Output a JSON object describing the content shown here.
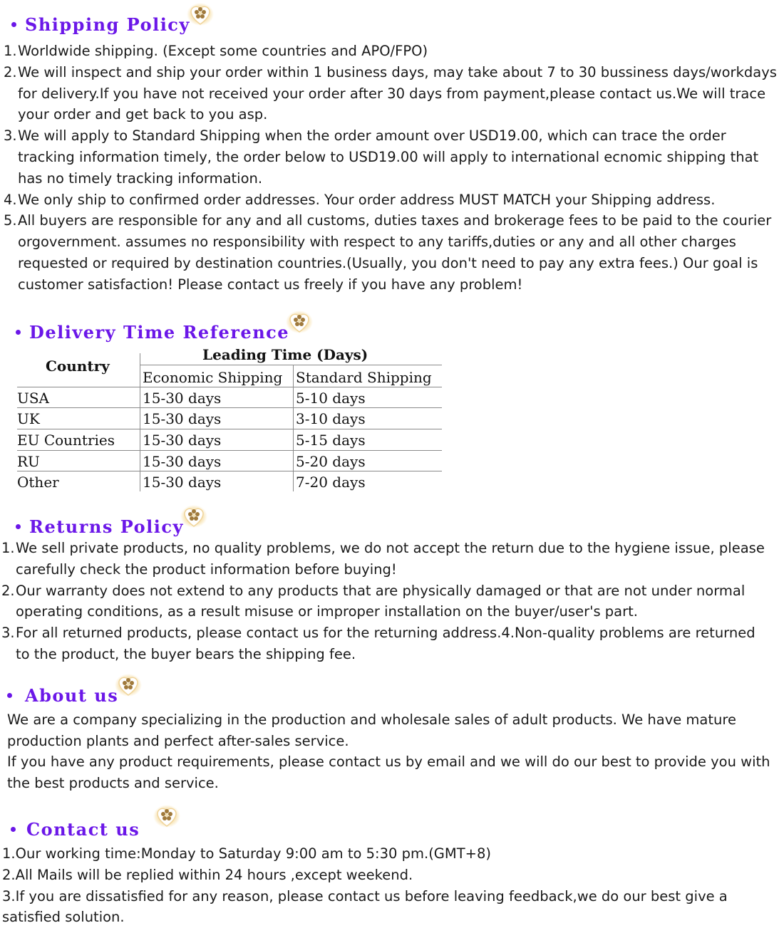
{
  "shipping": {
    "heading": "Shipping Policy",
    "items": [
      {
        "num": "1.",
        "text": "Worldwide shipping. (Except some countries and APO/FPO)"
      },
      {
        "num": "2.",
        "text": "We will inspect and ship your order within 1 business days, may take about 7 to 30 bussiness days/workdays for delivery.If you have not received your order after 30 days from payment,please contact us.We will trace your order and get back to you asp."
      },
      {
        "num": "3.",
        "text": "We will apply to Standard Shipping when the order amount over USD19.00, which can trace the order tracking information timely, the order below to USD19.00 will apply to international ecnomic shipping that has no timely tracking information."
      },
      {
        "num": "4.",
        "text": "We only ship to confirmed order addresses. Your order address MUST MATCH your Shipping address."
      },
      {
        "num": "5.",
        "text": "All buyers are responsible for any and all customs, duties taxes and brokerage fees to be paid to the courier orgovernment. assumes no responsibility with respect to any tariffs,duties or any and all other charges requested or required by destination countries.(Usually, you don't need to pay any extra fees.) Our goal is customer satisfaction! Please contact us freely if you have any problem!"
      }
    ]
  },
  "delivery": {
    "heading": "Delivery Time Reference",
    "table": {
      "country_header": "Country",
      "group_header": "Leading Time (Days)",
      "col_economic": "Economic Shipping",
      "col_standard": "Standard Shipping",
      "rows": [
        {
          "country": "USA",
          "economic": "15-30 days",
          "standard": "5-10 days"
        },
        {
          "country": "UK",
          "economic": "15-30 days",
          "standard": "3-10 days"
        },
        {
          "country": "EU Countries",
          "economic": "15-30 days",
          "standard": "5-15 days"
        },
        {
          "country": "RU",
          "economic": "15-30 days",
          "standard": "5-20 days"
        },
        {
          "country": "Other",
          "economic": "15-30 days",
          "standard": "7-20 days"
        }
      ]
    }
  },
  "returns": {
    "heading": "Returns Policy",
    "items": [
      {
        "num": "1.",
        "text": "We sell private products, no quality problems, we do not accept the return due to the hygiene issue, please carefully check the product information before buying!"
      },
      {
        "num": "2.",
        "text": "Our warranty does not extend to any products that are physically damaged or that are not under normal operating conditions, as a result misuse or improper installation on the buyer/user's part."
      },
      {
        "num": "3.",
        "text": "For all returned products, please contact us for the returning address.4.Non-quality problems are returned to the product, the buyer bears the shipping fee."
      }
    ]
  },
  "about": {
    "heading": "About us",
    "paragraphs": [
      "We are a company specializing in the production and wholesale sales of adult products. We have mature production plants and perfect after-sales service.",
      "If you have any product requirements, please contact us by email and we will do our best to provide you with the best products and service."
    ]
  },
  "contact": {
    "heading": "Contact us",
    "items": [
      {
        "num": "1.",
        "text": "Our working time:Monday to Saturday 9:00 am to 5:30 pm.(GMT+8)"
      },
      {
        "num": "2.",
        "text": "All Mails will be replied within 24 hours ,except weekend."
      },
      {
        "num": "3.",
        "text": "If you are dissatisfied for any reason, please contact us before leaving feedback,we do our best give a satisfied solution."
      }
    ]
  },
  "colors": {
    "heading": "#6b17e8",
    "text": "#1a1a1a",
    "flower": "#a07a3c"
  },
  "icons": {
    "heading_decoration": "flower-heart-icon"
  }
}
